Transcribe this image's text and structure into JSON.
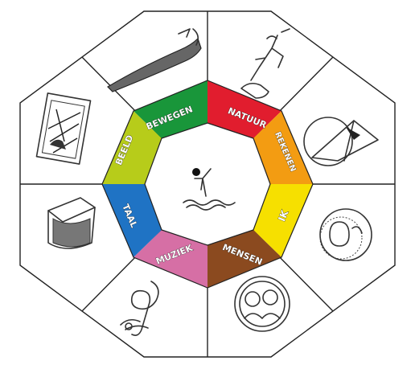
{
  "segments": [
    {
      "label": "NATUUR",
      "color": "#e11d2e"
    },
    {
      "label": "REKENEN",
      "color": "#f39c12"
    },
    {
      "label": "IK",
      "color": "#f6e000"
    },
    {
      "label": "MENSEN",
      "color": "#8b4a1f"
    },
    {
      "label": "MUZIEK",
      "color": "#d66fa5"
    },
    {
      "label": "TAAL",
      "color": "#1f73c4"
    },
    {
      "label": "BEELD",
      "color": "#b7cc1a"
    },
    {
      "label": "BEWEGEN",
      "color": "#19963a"
    }
  ],
  "center_icon": "dancing-figure-over-waves-icon",
  "outer_icons": [
    "rock-climber-icon",
    "geometry-prism-icon",
    "two-faces-portrait-icon",
    "family-group-portrait-icon",
    "treble-clef-icon",
    "open-book-icon",
    "painting-canvas-icon",
    "shark-fish-icon"
  ]
}
